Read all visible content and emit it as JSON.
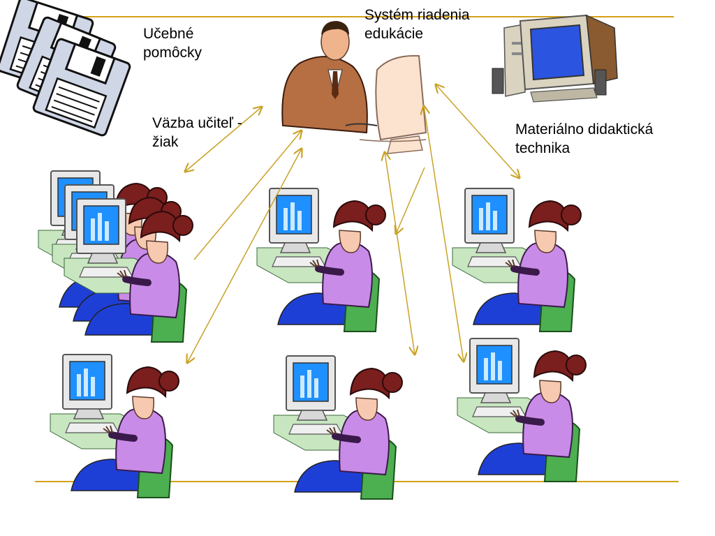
{
  "labels": {
    "ucebne": "Učebné\npomôcky",
    "system": "Systém riadenia\nedukácie",
    "vazba": "Väzba učiteľ -\nžiak",
    "materialno": "Materiálno didaktická\ntechnika"
  },
  "icons": {
    "teaching_aids": "floppy-disks-icon",
    "teacher": "teacher-at-computer-icon",
    "equipment": "desktop-computer-icon",
    "students": "student-at-computer-icon"
  },
  "colors": {
    "rule": "#d4a017",
    "arrow": "#c9a227",
    "screen": "#1e90ff",
    "monitor": "#e8e8e8",
    "hair": "#7a1e1e",
    "shirt": "#c98be8",
    "chair": "#4caf50",
    "skirt": "#1e3fd6",
    "desk": "#c8e6c0",
    "skin": "#f6c9b0",
    "suit": "#b56f43"
  }
}
